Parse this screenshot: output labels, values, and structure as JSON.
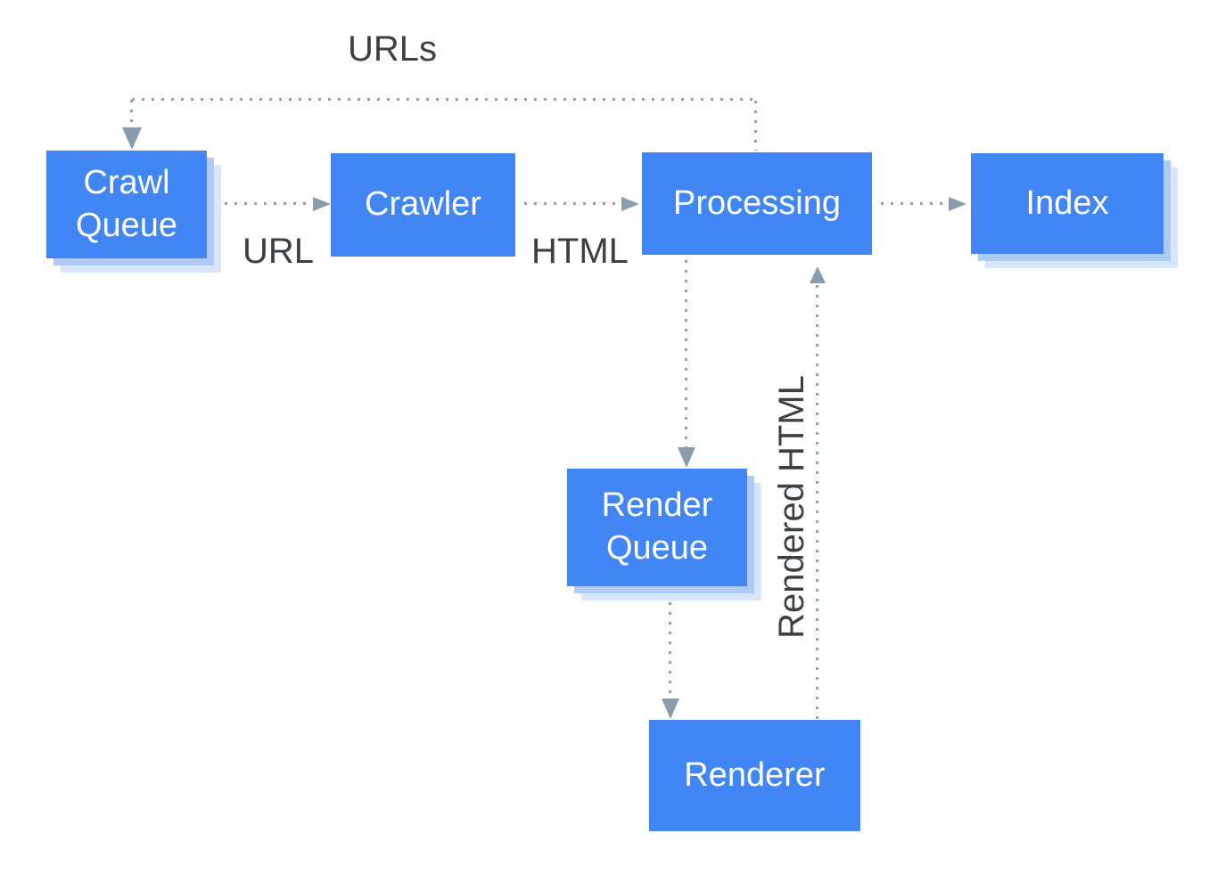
{
  "diagram": {
    "description": "Crawl-render-index pipeline flow diagram",
    "nodes": {
      "crawl_queue": {
        "label": "Crawl Queue"
      },
      "crawler": {
        "label": "Crawler"
      },
      "processing": {
        "label": "Processing"
      },
      "index": {
        "label": "Index"
      },
      "render_queue": {
        "label": "Render Queue"
      },
      "renderer": {
        "label": "Renderer"
      }
    },
    "edge_labels": {
      "urls": "URLs",
      "url": "URL",
      "html": "HTML",
      "rendered_html": "Rendered HTML"
    },
    "edges": [
      {
        "from": "processing",
        "to": "crawl_queue",
        "label": "URLs",
        "style": "dotted"
      },
      {
        "from": "crawl_queue",
        "to": "crawler",
        "label": "URL",
        "style": "dotted"
      },
      {
        "from": "crawler",
        "to": "processing",
        "label": "HTML",
        "style": "dotted"
      },
      {
        "from": "processing",
        "to": "index",
        "label": "",
        "style": "dotted"
      },
      {
        "from": "processing",
        "to": "render_queue",
        "label": "",
        "style": "dotted"
      },
      {
        "from": "render_queue",
        "to": "renderer",
        "label": "",
        "style": "dotted"
      },
      {
        "from": "renderer",
        "to": "processing",
        "label": "Rendered HTML",
        "style": "dotted"
      }
    ]
  },
  "colors": {
    "node_fill": "#4285f4",
    "node_text": "#ffffff",
    "shadow_inner": "#aecbf6",
    "shadow_outer": "#d8e5fb",
    "connector": "#8da1b0",
    "arrowhead": "#8a9dac",
    "label_text": "#3c4043",
    "canvas_bg": "#ffffff"
  }
}
